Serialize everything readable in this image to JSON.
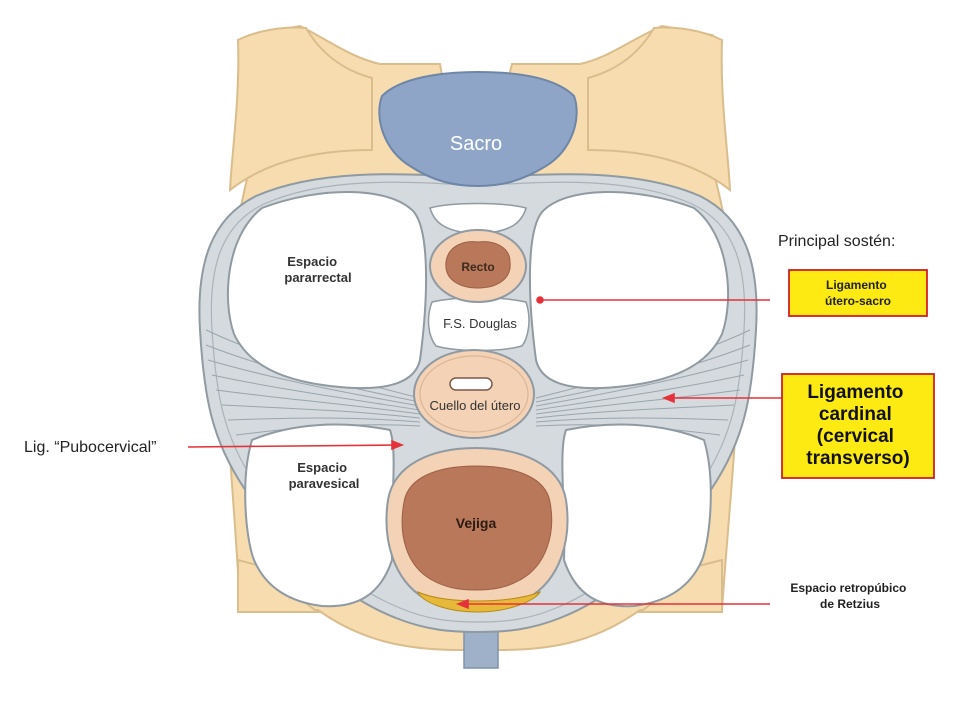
{
  "colors": {
    "bone": "#f6dcae",
    "bone_edge": "#d9bd8c",
    "sacrum": "#8ea5c7",
    "fascia": "#d4dadd",
    "fascia_line": "#8f9aa2",
    "space": "#ffffff",
    "organ_outer": "#f3d2b6",
    "organ_inner": "#b9785a",
    "arrow": "#e5323a",
    "callout_fill": "#fdea12",
    "callout_border": "#d21f26",
    "retzius": "#e6b93a"
  },
  "structures": {
    "sacro": "Sacro",
    "espacio_pararrectal": [
      "Espacio",
      "pararrectal"
    ],
    "recto": "Recto",
    "fs_douglas": "F.S. Douglas",
    "cuello_utero": "Cuello del útero",
    "espacio_paravesical": [
      "Espacio",
      "paravesical"
    ],
    "vejiga": "Vejiga"
  },
  "annotations": {
    "principal_sosten": "Principal sostén:",
    "ligamento_utero_sacro": [
      "Ligamento",
      "útero-sacro"
    ],
    "ligamento_cardinal": [
      "Ligamento",
      "cardinal",
      "(cervical",
      "transverso)"
    ],
    "lig_pubocervical": "Lig. “Pubocervical”",
    "espacio_retropubico": [
      "Espacio retropúbico",
      "de Retzius"
    ]
  }
}
